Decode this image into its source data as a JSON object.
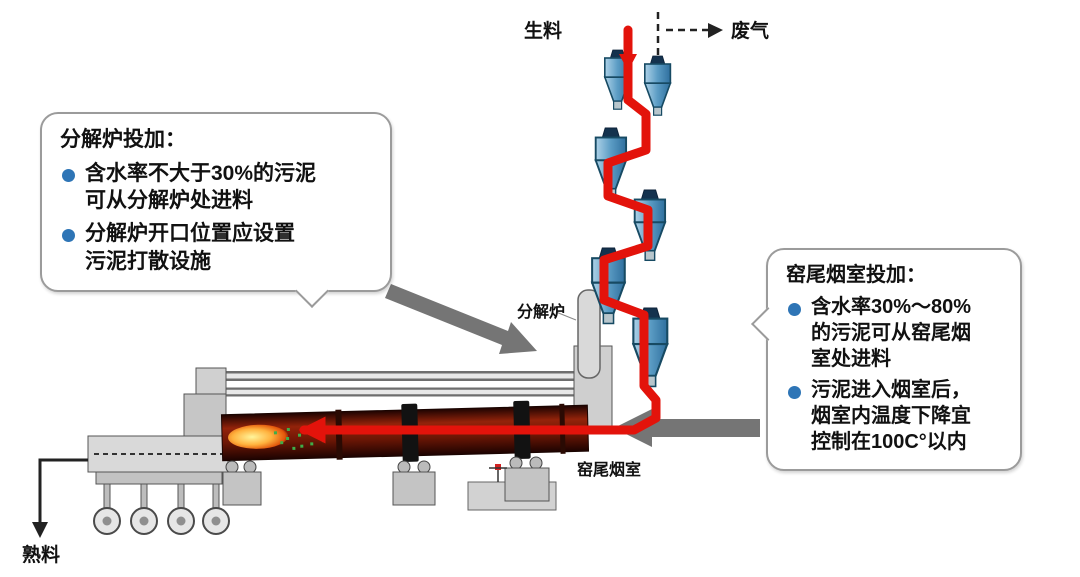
{
  "labels": {
    "raw_material": "生料",
    "exhaust_gas": "废气",
    "calciner": "分解炉",
    "kiln_tail_chamber": "窑尾烟室",
    "clinker": "熟料"
  },
  "callouts": {
    "calciner": {
      "title": "分解炉投加：",
      "bullets": [
        "含水率不大于30%的污泥\n可从分解炉处进料",
        "分解炉开口位置应设置\n污泥打散设施"
      ]
    },
    "kiln_tail": {
      "title": "窑尾烟室投加：",
      "bullets": [
        "含水率30%～80%\n的污泥可从窑尾烟\n室处进料",
        "污泥进入烟室后，\n烟室内温度下降宜\n控制在100C°以内"
      ]
    }
  },
  "colors": {
    "flow_red": "#e3130b",
    "cyclone_blue": "#2f6f9e",
    "bullet_blue": "#2e75b6",
    "arrow_gray": "#757575",
    "kiln_maroon": "#6b1605"
  }
}
